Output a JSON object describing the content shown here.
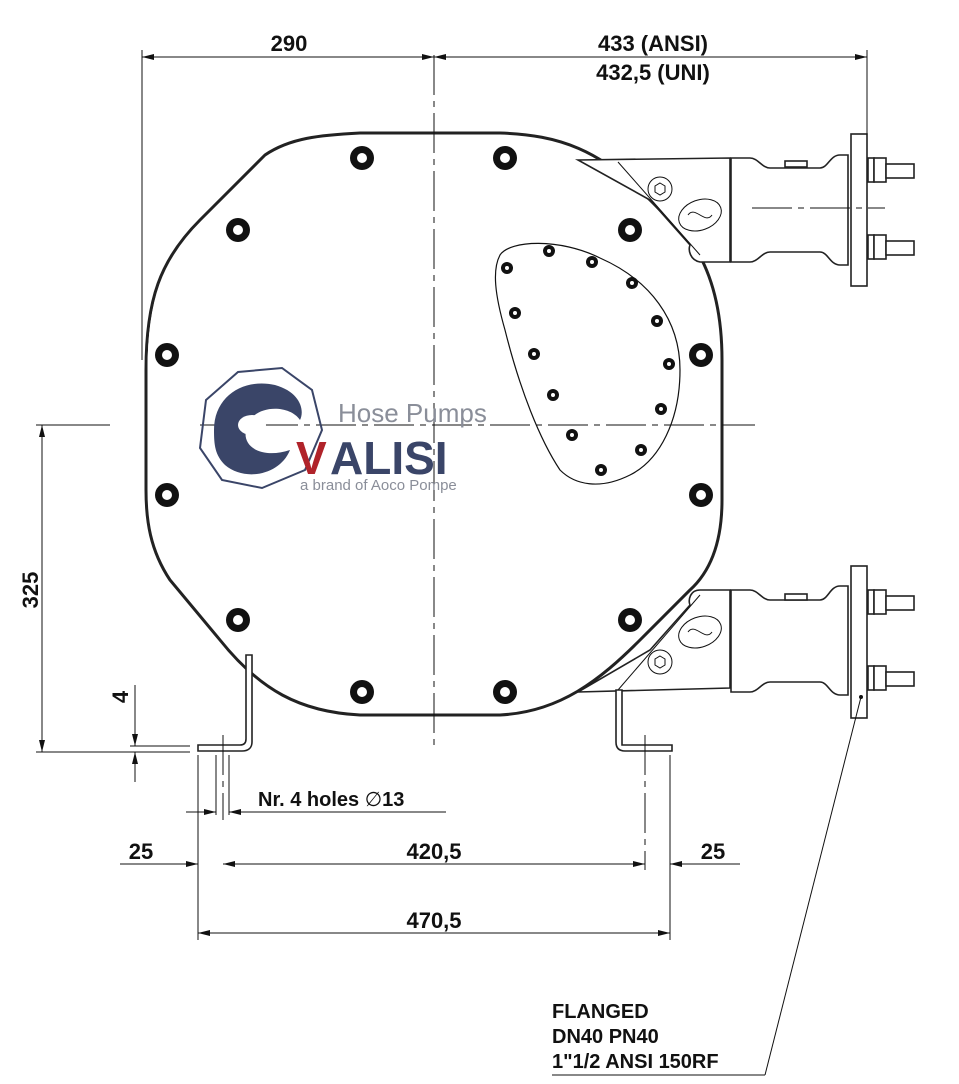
{
  "drawing": {
    "title": "Hose pump dimensional drawing – front view",
    "dimensions": {
      "top_left_width": "290",
      "top_right_width_ansi": "433 (ANSI)",
      "top_right_width_uni": "432,5 (UNI)",
      "center_height": "325",
      "foot_thickness": "4",
      "holes_note": "Nr. 4 holes",
      "hole_diameter_symbol": "∅",
      "hole_diameter": "13",
      "foot_offset_left": "25",
      "foot_hole_spacing": "420,5",
      "foot_offset_right": "25",
      "foot_total_width": "470,5"
    },
    "flange_note": {
      "line1": "FLANGED",
      "line2": "DN40 PN40",
      "line3": "1\"1/2 ANSI 150RF"
    },
    "logo": {
      "tagline_top": "Hose Pumps",
      "brand": "VALISI",
      "brand_first_letter": "V",
      "brand_rest": "ALISI",
      "tagline_bottom": "a brand of Aoco Pompe",
      "colors": {
        "navy": "#3a4568",
        "red": "#b0232a",
        "gray": "#8a8e99"
      }
    }
  }
}
